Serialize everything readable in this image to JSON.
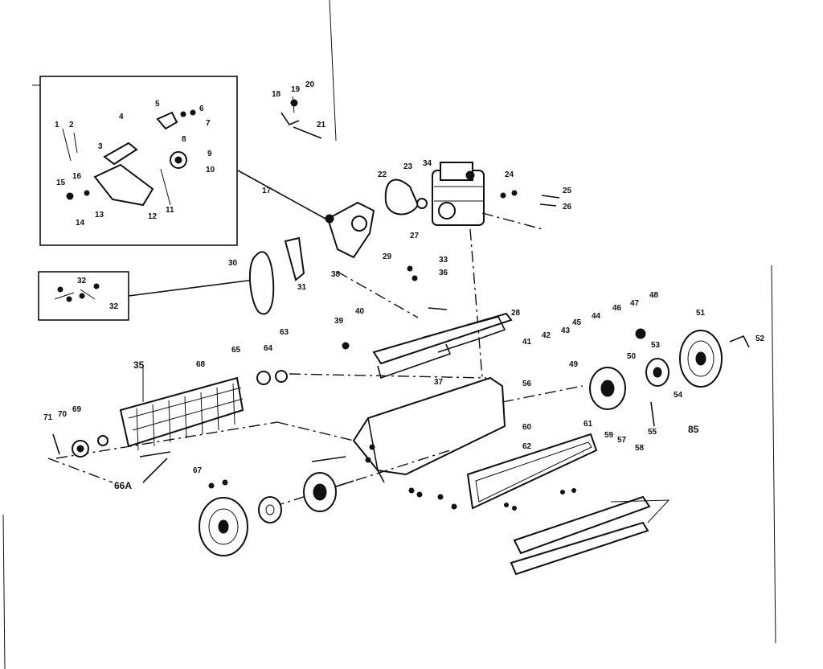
{
  "diagram": {
    "callouts": [
      {
        "id": "c-1",
        "text": "1"
      },
      {
        "id": "c-2",
        "text": "2"
      },
      {
        "id": "c-3",
        "text": "3"
      },
      {
        "id": "c-4",
        "text": "4"
      },
      {
        "id": "c-5",
        "text": "5"
      },
      {
        "id": "c-6",
        "text": "6"
      },
      {
        "id": "c-7",
        "text": "7"
      },
      {
        "id": "c-8",
        "text": "8"
      },
      {
        "id": "c-9",
        "text": "9"
      },
      {
        "id": "c-10",
        "text": "10"
      },
      {
        "id": "c-11",
        "text": "11"
      },
      {
        "id": "c-12",
        "text": "12"
      },
      {
        "id": "c-13",
        "text": "13"
      },
      {
        "id": "c-14",
        "text": "14"
      },
      {
        "id": "c-15",
        "text": "15"
      },
      {
        "id": "c-16",
        "text": "16"
      },
      {
        "id": "c-17",
        "text": "17"
      },
      {
        "id": "c-18",
        "text": "18"
      },
      {
        "id": "c-19",
        "text": "19"
      },
      {
        "id": "c-20",
        "text": "20"
      },
      {
        "id": "c-21",
        "text": "21"
      },
      {
        "id": "c-22",
        "text": "22"
      },
      {
        "id": "c-23",
        "text": "23"
      },
      {
        "id": "c-24",
        "text": "24"
      },
      {
        "id": "c-25",
        "text": "25"
      },
      {
        "id": "c-26",
        "text": "26"
      },
      {
        "id": "c-27",
        "text": "27"
      },
      {
        "id": "c-28",
        "text": "28"
      },
      {
        "id": "c-29",
        "text": "29"
      },
      {
        "id": "c-30",
        "text": "30"
      },
      {
        "id": "c-31",
        "text": "31"
      },
      {
        "id": "c-32a",
        "text": "32"
      },
      {
        "id": "c-32b",
        "text": "32"
      },
      {
        "id": "c-33",
        "text": "33"
      },
      {
        "id": "c-34",
        "text": "34"
      },
      {
        "id": "c-35",
        "text": "35"
      },
      {
        "id": "c-36",
        "text": "36"
      },
      {
        "id": "c-37",
        "text": "37"
      },
      {
        "id": "c-38",
        "text": "38"
      },
      {
        "id": "c-39",
        "text": "39"
      },
      {
        "id": "c-40",
        "text": "40"
      },
      {
        "id": "c-41",
        "text": "41"
      },
      {
        "id": "c-42",
        "text": "42"
      },
      {
        "id": "c-43",
        "text": "43"
      },
      {
        "id": "c-44",
        "text": "44"
      },
      {
        "id": "c-45",
        "text": "45"
      },
      {
        "id": "c-46",
        "text": "46"
      },
      {
        "id": "c-47",
        "text": "47"
      },
      {
        "id": "c-48",
        "text": "48"
      },
      {
        "id": "c-49",
        "text": "49"
      },
      {
        "id": "c-50",
        "text": "50"
      },
      {
        "id": "c-51",
        "text": "51"
      },
      {
        "id": "c-52",
        "text": "52"
      },
      {
        "id": "c-53",
        "text": "53"
      },
      {
        "id": "c-54",
        "text": "54"
      },
      {
        "id": "c-55",
        "text": "55"
      },
      {
        "id": "c-56",
        "text": "56"
      },
      {
        "id": "c-57",
        "text": "57"
      },
      {
        "id": "c-58",
        "text": "58"
      },
      {
        "id": "c-59",
        "text": "59"
      },
      {
        "id": "c-60",
        "text": "60"
      },
      {
        "id": "c-61",
        "text": "61"
      },
      {
        "id": "c-62",
        "text": "62"
      },
      {
        "id": "c-63",
        "text": "63"
      },
      {
        "id": "c-64",
        "text": "64"
      },
      {
        "id": "c-65",
        "text": "65"
      },
      {
        "id": "c-66a",
        "text": "66A"
      },
      {
        "id": "c-67",
        "text": "67"
      },
      {
        "id": "c-68",
        "text": "68"
      },
      {
        "id": "c-69",
        "text": "69"
      },
      {
        "id": "c-70",
        "text": "70"
      },
      {
        "id": "c-71",
        "text": "71"
      },
      {
        "id": "c-85",
        "text": "85"
      }
    ]
  }
}
